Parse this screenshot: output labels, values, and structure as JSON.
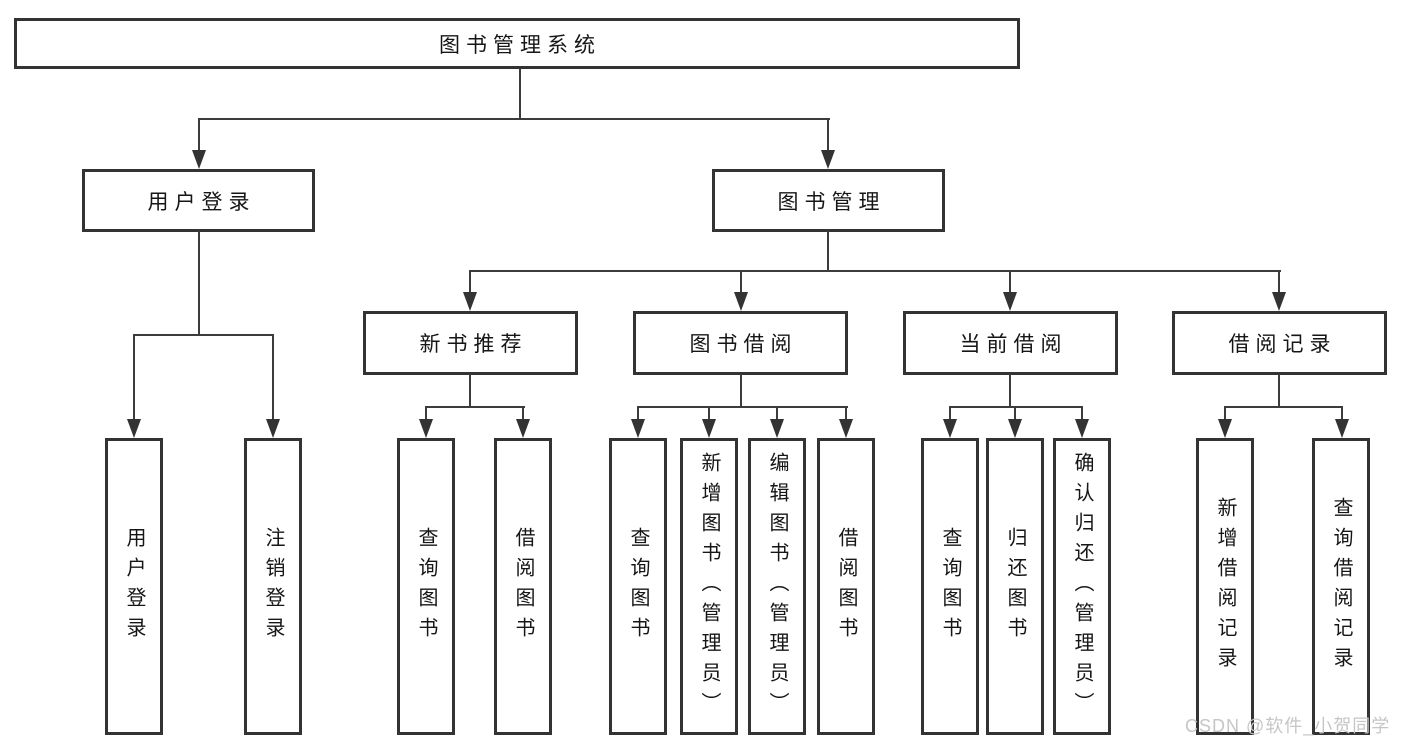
{
  "diagram": {
    "root_label": "图书管理系统",
    "level2": [
      "用户登录",
      "图书管理"
    ],
    "level3": [
      "新书推荐",
      "图书借阅",
      "当前借阅",
      "借阅记录"
    ],
    "leaves": {
      "user_login": [
        "用户登录",
        "注销登录"
      ],
      "new_book_recommendation": [
        "查询图书",
        "借阅图书"
      ],
      "book_borrowing": [
        "查询图书",
        "新增图书（管理员）",
        "编辑图书（管理员）",
        "借阅图书"
      ],
      "current_borrowing": [
        "查询图书",
        "归还图书",
        "确认归还（管理员）"
      ],
      "borrowing_records": [
        "新增借阅记录",
        "查询借阅记录"
      ]
    }
  },
  "watermark": {
    "text": "CSDN @软件_小贺同学"
  },
  "colors": {
    "line": "#3c3c3c",
    "box_border": "#333333",
    "box_fill": "#ffffff",
    "text": "#161616",
    "watermark": "#c6c6c6",
    "background": "#ffffff"
  }
}
